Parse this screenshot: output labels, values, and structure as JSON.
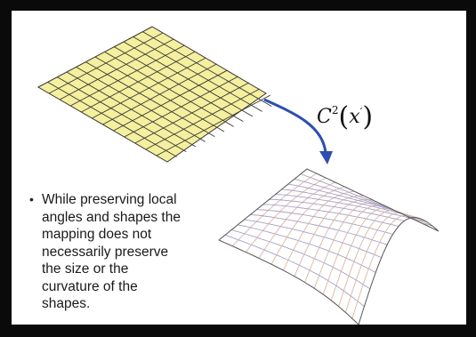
{
  "formula": {
    "base": "C",
    "superscript": "2",
    "open_paren": "(",
    "argument": "x",
    "argument_prime": "′",
    "close_paren": ")"
  },
  "bullet": {
    "marker": "•",
    "text": "While preserving local\nangles and shapes the\nmapping does not\nnecessarily preserve\nthe size or the\ncurvature of the\nshapes."
  },
  "colors": {
    "background_frame": "#0a0a0a",
    "slide_background": "#ffffff",
    "flat_grid_fill": "#f4f0a0",
    "flat_grid_lines": "#3a3a30",
    "arrow": "#2e4fb0",
    "curved_grid_line_a": "#a7a1c6",
    "curved_grid_line_b": "#d8b6a2",
    "curved_outline": "#555555"
  }
}
